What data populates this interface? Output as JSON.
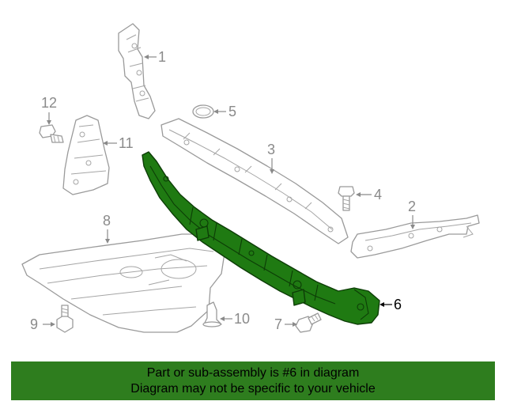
{
  "callouts": {
    "c1": "1",
    "c2": "2",
    "c3": "3",
    "c4": "4",
    "c5": "5",
    "c6": "6",
    "c7": "7",
    "c8": "8",
    "c9": "9",
    "c10": "10",
    "c11": "11",
    "c12": "12"
  },
  "banner": {
    "line1": "Part or sub-assembly is #6 in diagram",
    "line2": "Diagram may not be specific to your vehicle"
  },
  "colors": {
    "highlight": "#1f7a12",
    "banner": "#2e7d1e",
    "line_art": "#9a9a9a"
  }
}
